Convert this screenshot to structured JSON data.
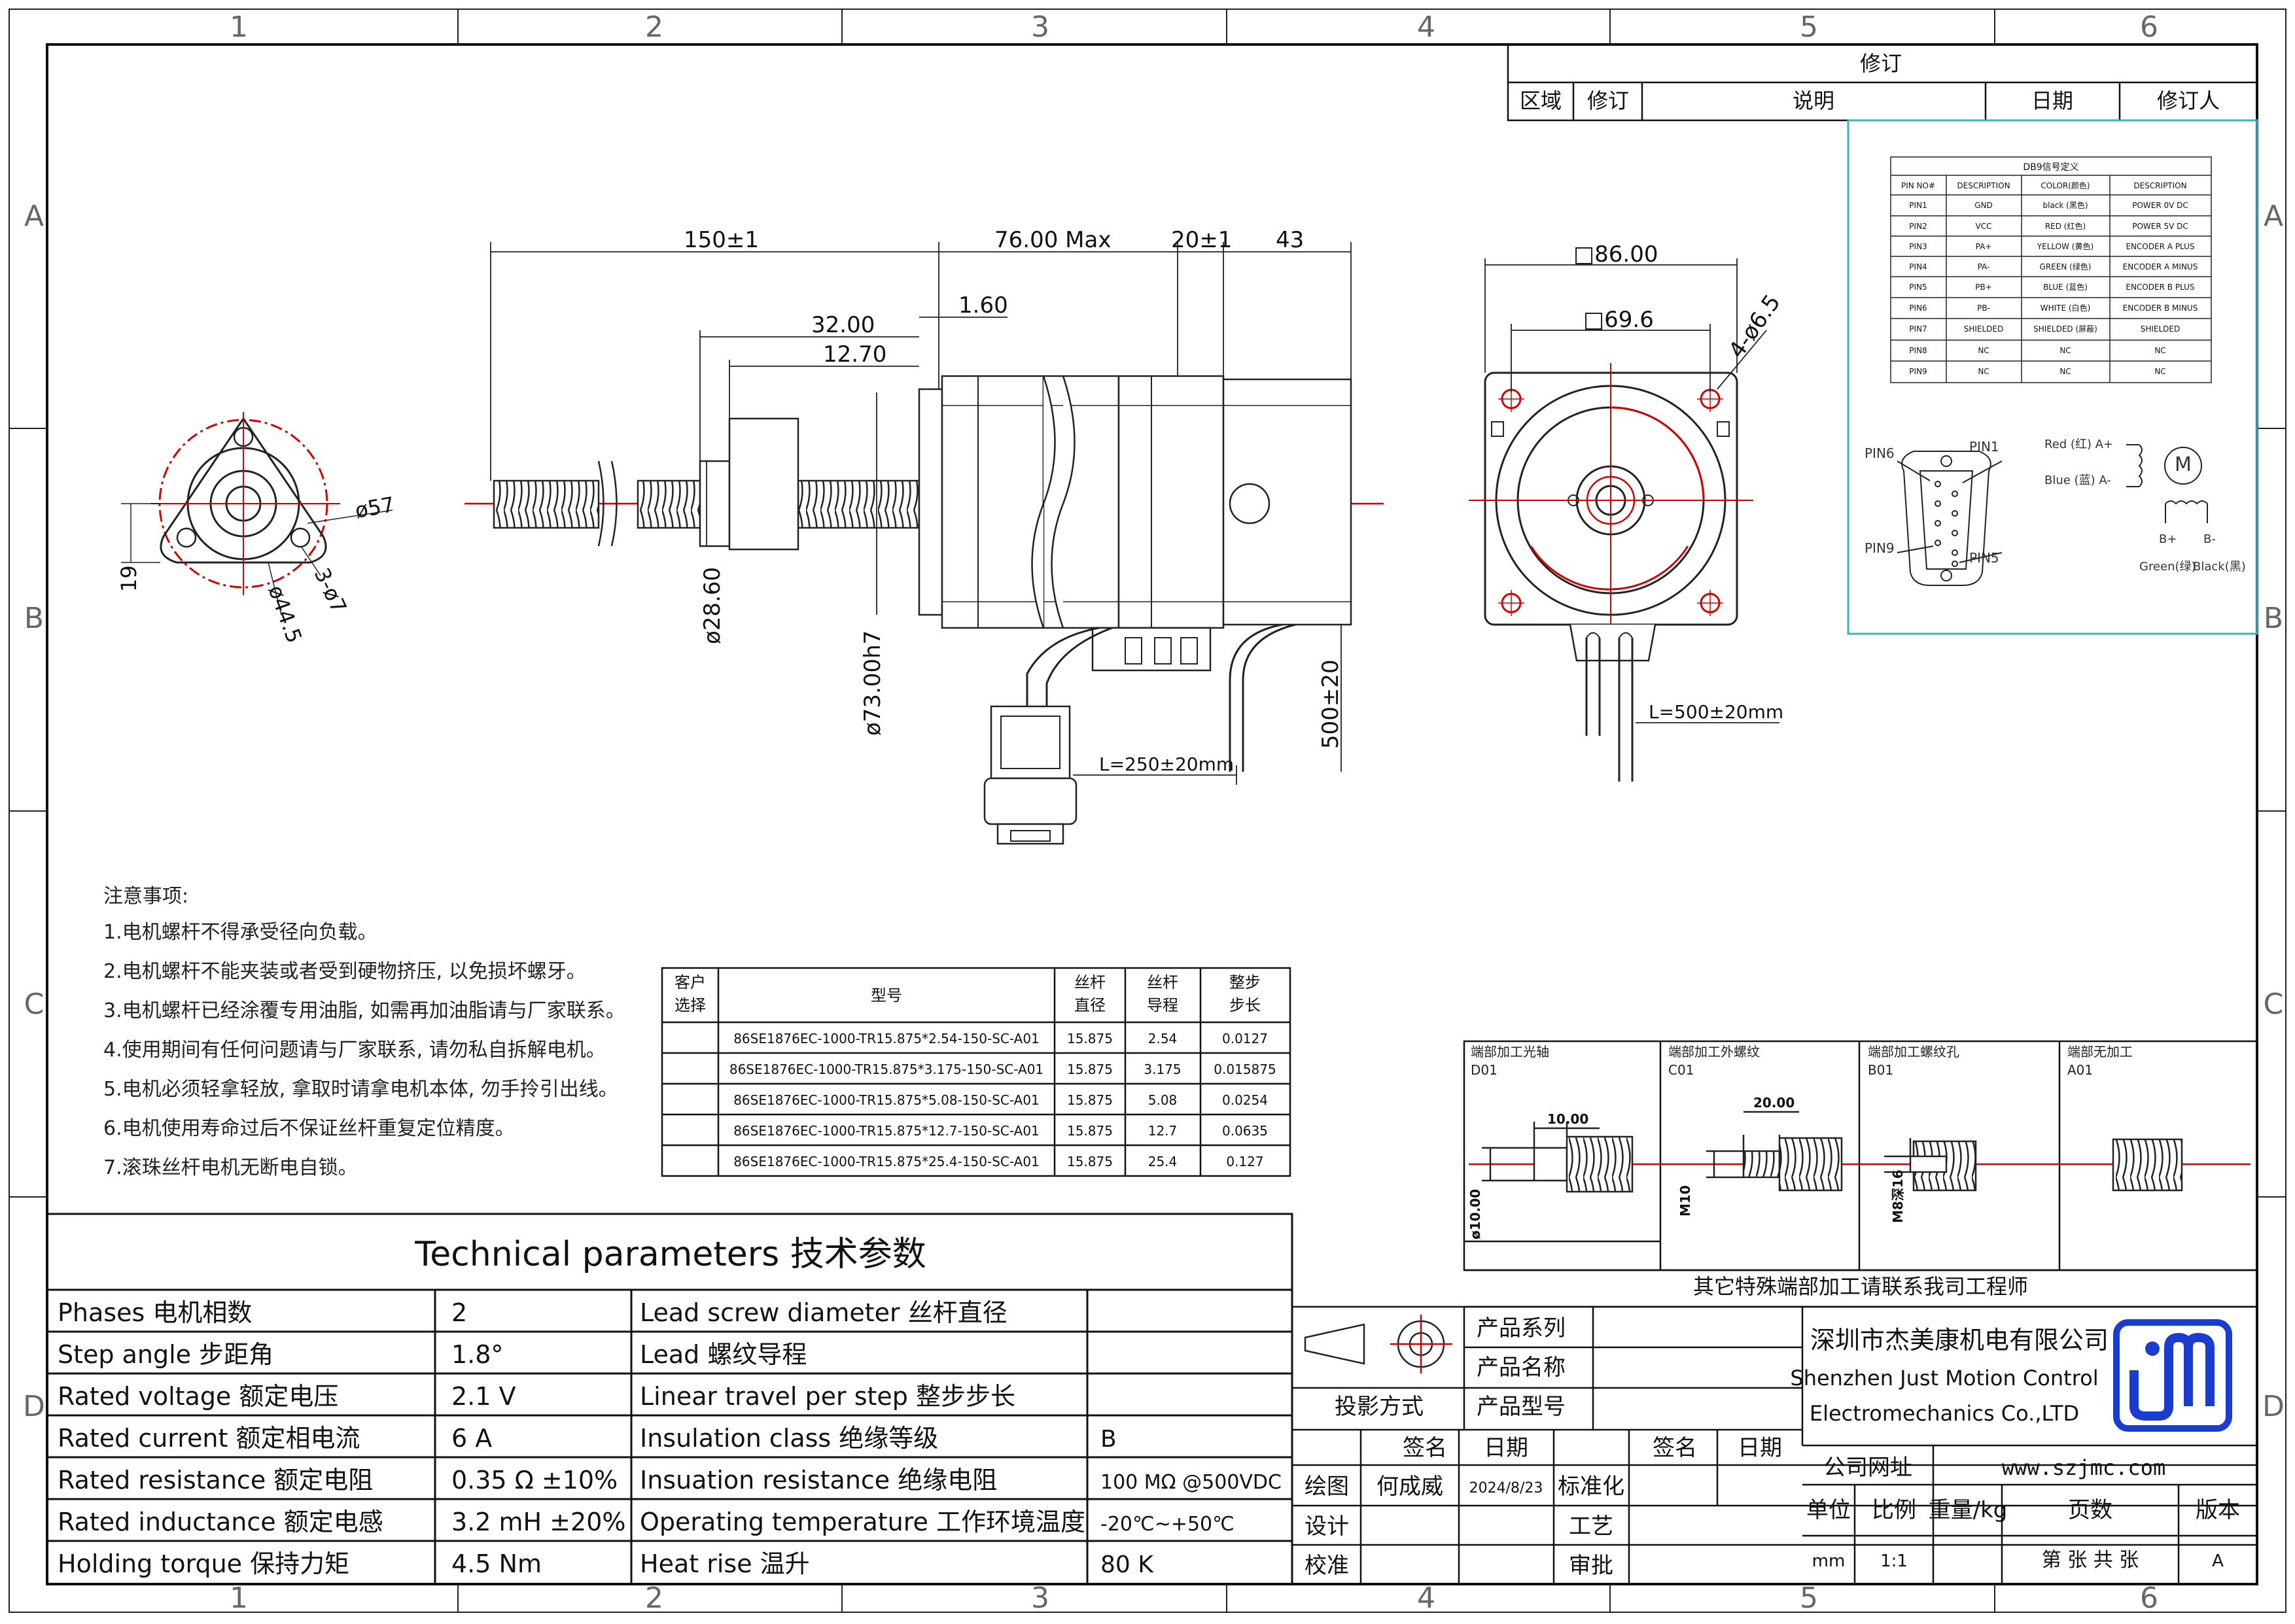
{
  "grid": {
    "cols": [
      "1",
      "2",
      "3",
      "4",
      "5",
      "6"
    ],
    "rows": [
      "A",
      "B",
      "C",
      "D"
    ]
  },
  "revision": {
    "title": "修订",
    "headers": [
      "区域",
      "修订",
      "说明",
      "日期",
      "修订人"
    ]
  },
  "dims": {
    "d150": "150±1",
    "d76": "76.00 Max",
    "d20": "20±1",
    "d43": "43",
    "d32": "32.00",
    "d1270": "12.70",
    "d160": "1.60",
    "d2860": "ø28.60",
    "d7300": "ø73.00h7",
    "d500": "500±20",
    "cable250": "L=250±20mm",
    "sq86": "□86.00",
    "sq69": "□69.6",
    "holes": "4-ø6.5",
    "cable500": "L=500±20mm",
    "d57": "ø57",
    "d445": "ø44.5",
    "h19": "19",
    "holes3": "3-ø7"
  },
  "db9": {
    "title": "DB9信号定义",
    "headers": [
      "PIN NO#",
      "DESCRIPTION",
      "COLOR(颜色)",
      "DESCRIPTION"
    ],
    "rows": [
      [
        "PIN1",
        "GND",
        "black (黑色)",
        "POWER 0V DC"
      ],
      [
        "PIN2",
        "VCC",
        "RED (红色)",
        "POWER 5V DC"
      ],
      [
        "PIN3",
        "PA+",
        "YELLOW (黄色)",
        "ENCODER A PLUS"
      ],
      [
        "PIN4",
        "PA-",
        "GREEN (绿色)",
        "ENCODER A MINUS"
      ],
      [
        "PIN5",
        "PB+",
        "BLUE (蓝色)",
        "ENCODER B PLUS"
      ],
      [
        "PIN6",
        "PB-",
        "WHITE (白色)",
        "ENCODER B MINUS"
      ],
      [
        "PIN7",
        "SHIELDED",
        "SHIELDED (屏蔽)",
        "SHIELDED"
      ],
      [
        "PIN8",
        "NC",
        "NC",
        "NC"
      ],
      [
        "PIN9",
        "NC",
        "NC",
        "NC"
      ]
    ],
    "pin6": "PIN6",
    "pin1": "PIN1",
    "pin9": "PIN9",
    "pin5": "PIN5",
    "red": "Red (红) A+",
    "blue": "Blue (蓝) A-",
    "bplus": "B+",
    "bminus": "B-",
    "green": "Green(绿)",
    "black": "Black(黑)",
    "m": "M"
  },
  "notes": {
    "title": "注意事项:",
    "items": [
      "1.电机螺杆不得承受径向负载。",
      "2.电机螺杆不能夹装或者受到硬物挤压, 以免损坏螺牙。",
      "3.电机螺杆已经涂覆专用油脂, 如需再加油脂请与厂家联系。",
      "4.使用期间有任何问题请与厂家联系, 请勿私自拆解电机。",
      "5.电机必须轻拿轻放, 拿取时请拿电机本体, 勿手拎引出线。",
      "6.电机使用寿命过后不保证丝杆重复定位精度。",
      "7.滚珠丝杆电机无断电自锁。"
    ]
  },
  "models": {
    "headers": [
      "客户\n选择",
      "型号",
      "丝杆\n直径",
      "丝杆\n导程",
      "整步\n步长"
    ],
    "rows": [
      [
        "",
        "86SE1876EC-1000-TR15.875*2.54-150-SC-A01",
        "15.875",
        "2.54",
        "0.0127"
      ],
      [
        "",
        "86SE1876EC-1000-TR15.875*3.175-150-SC-A01",
        "15.875",
        "3.175",
        "0.015875"
      ],
      [
        "",
        "86SE1876EC-1000-TR15.875*5.08-150-SC-A01",
        "15.875",
        "5.08",
        "0.0254"
      ],
      [
        "",
        "86SE1876EC-1000-TR15.875*12.7-150-SC-A01",
        "15.875",
        "12.7",
        "0.0635"
      ],
      [
        "",
        "86SE1876EC-1000-TR15.875*25.4-150-SC-A01",
        "15.875",
        "25.4",
        "0.127"
      ]
    ]
  },
  "end": {
    "labels": [
      "端部加工光轴\nD01",
      "端部加工外螺纹\nC01",
      "端部加工螺纹孔\nB01",
      "端部无加工\nA01"
    ],
    "d1000": "10.00",
    "d2000": "20.00",
    "phi10": "ø10.00",
    "m10": "M10",
    "m8": "M8深16",
    "footer": "其它特殊端部加工请联系我司工程师"
  },
  "tech": {
    "title": "Technical parameters 技术参数",
    "rows": [
      [
        "Phases 电机相数",
        "2",
        "Lead screw diameter 丝杆直径",
        ""
      ],
      [
        "Step angle 步距角",
        "1.8°",
        "Lead 螺纹导程",
        ""
      ],
      [
        "Rated voltage 额定电压",
        "2.1 V",
        "Linear travel per step 整步步长",
        ""
      ],
      [
        "Rated current 额定相电流",
        "6 A",
        "Insulation class 绝缘等级",
        "B"
      ],
      [
        "Rated resistance 额定电阻",
        "0.35 Ω  ±10%",
        "Insuation resistance 绝缘电阻",
        "100 MΩ @500VDC"
      ],
      [
        "Rated inductance 额定电感",
        "3.2 mH ±20%",
        "Operating temperature 工作环境温度",
        "-20℃~+50℃"
      ],
      [
        "Holding torque 保持力矩",
        "4.5 Nm",
        "Heat rise 温升",
        "80 K"
      ]
    ]
  },
  "title_block": {
    "series": "产品系列",
    "name": "产品名称",
    "model": "产品型号",
    "projection": "投影方式",
    "sign": "签名",
    "date": "日期",
    "sign2": "签名",
    "date2": "日期",
    "draw": "绘图",
    "drawer": "何成威",
    "draw_date": "2024/8/23",
    "standard": "标准化",
    "design": "设计",
    "process": "工艺",
    "check": "校准",
    "approve": "审批",
    "company_cn": "深圳市杰美康机电有限公司",
    "company_en1": "Shenzhen Just Motion Control",
    "company_en2": "Electromechanics Co.,LTD",
    "website_label": "公司网址",
    "website": "www.szjmc.com",
    "unit": "单位",
    "scale": "比例",
    "weight": "重量/kg",
    "pages": "页数",
    "version": "版本",
    "unit_val": "mm",
    "scale_val": "1:1",
    "pages_val": "第 张 共 张",
    "version_val": "A"
  },
  "colors": {
    "red": "#d40000",
    "cyan": "#3ab0c8",
    "logo": "#1a3ccf"
  }
}
